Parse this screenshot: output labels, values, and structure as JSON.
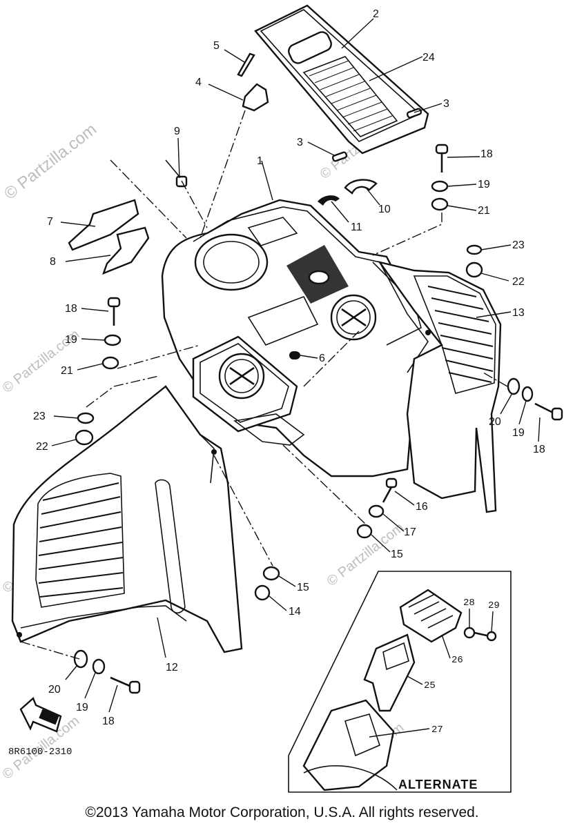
{
  "watermark": "© Partzilla.com",
  "diagram_code": "8R6100-2310",
  "alternate_label": "ALTERNATE",
  "copyright": "©2013  Yamaha Motor Corporation, U.S.A. All rights reserved.",
  "callouts": {
    "c1": "1",
    "c2": "2",
    "c3a": "3",
    "c3b": "3",
    "c4": "4",
    "c5": "5",
    "c6": "6",
    "c7": "7",
    "c8": "8",
    "c9": "9",
    "c10": "10",
    "c11": "11",
    "c12": "12",
    "c13": "13",
    "c14": "14",
    "c15a": "15",
    "c15b": "15",
    "c16": "16",
    "c17": "17",
    "c18a": "18",
    "c18b": "18",
    "c18c": "18",
    "c18d": "18",
    "c19a": "19",
    "c19b": "19",
    "c19c": "19",
    "c19d": "19",
    "c20a": "20",
    "c20b": "20",
    "c21a": "21",
    "c21b": "21",
    "c22a": "22",
    "c22b": "22",
    "c23a": "23",
    "c23b": "23",
    "c24": "24",
    "c25": "25",
    "c26": "26",
    "c27": "27",
    "c28": "28",
    "c29": "29"
  }
}
